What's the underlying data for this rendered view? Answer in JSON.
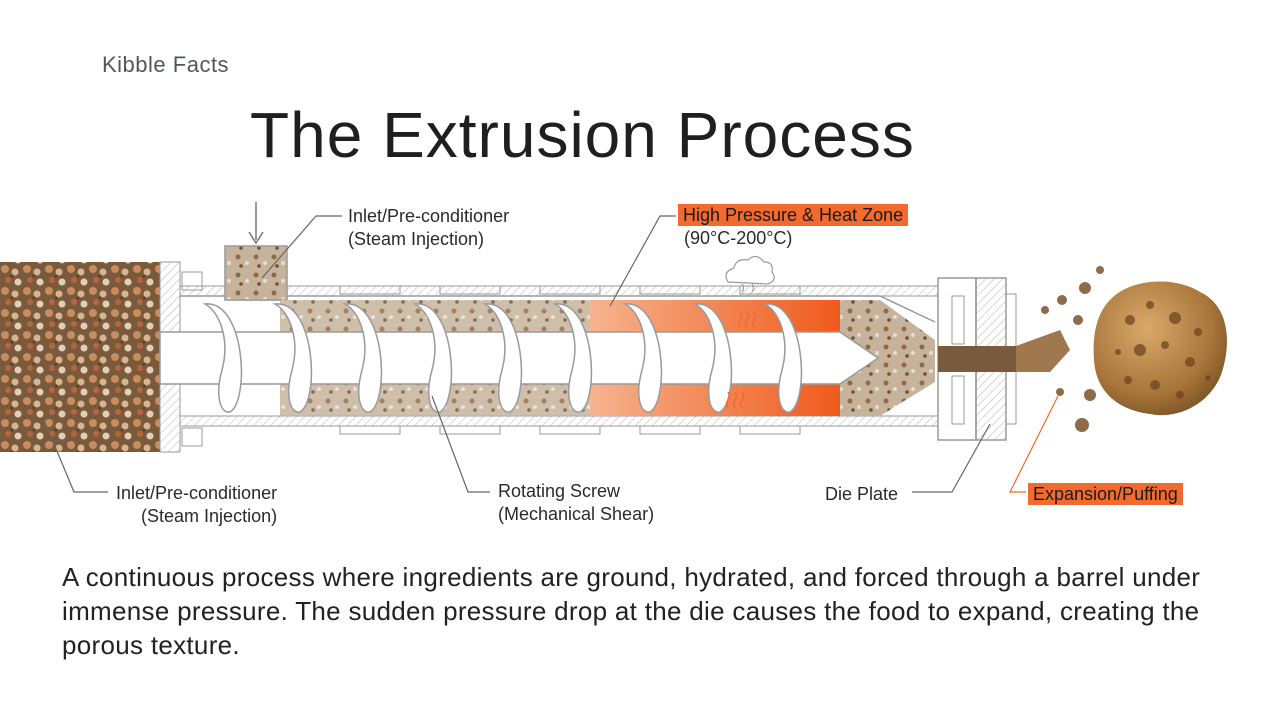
{
  "header": {
    "eyebrow": "Kibble Facts",
    "title": "The Extrusion Process"
  },
  "labels": {
    "inlet_top_line1": "Inlet/Pre-conditioner",
    "inlet_top_line2": "(Steam Injection)",
    "heat_zone_line1": "High Pressure & Heat Zone",
    "heat_zone_line2": "(90°C-200°C)",
    "inlet_bottom_line1": "Inlet/Pre-conditioner",
    "inlet_bottom_line2": "(Steam Injection)",
    "screw_line1": "Rotating Screw",
    "screw_line2": "(Mechanical Shear)",
    "die_plate": "Die Plate",
    "expansion": "Expansion/Puffing"
  },
  "description": "A continuous process where ingredients are ground, hydrated, and forced through a barrel under immense pressure. The sudden pressure drop at the die causes the food to expand, creating the porous texture.",
  "colors": {
    "accent": "#f26a2e",
    "barrel_line": "#9a9a9a",
    "kibble": "#a8753a"
  }
}
